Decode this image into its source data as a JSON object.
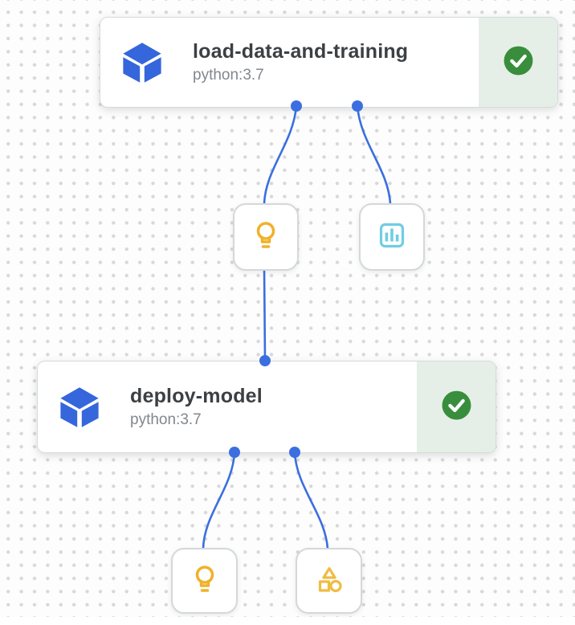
{
  "pipeline": {
    "tasks": [
      {
        "title": "load-data-and-training",
        "subtitle": "python:3.7",
        "icon": "component-cube-icon",
        "status_icon": "check-circle-icon",
        "status": "succeeded"
      },
      {
        "title": "deploy-model",
        "subtitle": "python:3.7",
        "icon": "component-cube-icon",
        "status_icon": "check-circle-icon",
        "status": "succeeded"
      }
    ],
    "artifacts": [
      {
        "icon": "lightbulb-icon"
      },
      {
        "icon": "bar-chart-icon"
      },
      {
        "icon": "lightbulb-icon"
      },
      {
        "icon": "shapes-icon"
      }
    ],
    "colors": {
      "edge_blue": "#3b6fe0",
      "cube_blue": "#3566dc",
      "check_green": "#388e3c",
      "status_bg_green": "#e6efe7",
      "lightbulb_amber": "#f0b12a",
      "chart_cyan": "#6fcde4",
      "shapes_amber": "#f0bc42",
      "title_text": "#3c4043",
      "subtitle_text": "#82878d"
    }
  }
}
